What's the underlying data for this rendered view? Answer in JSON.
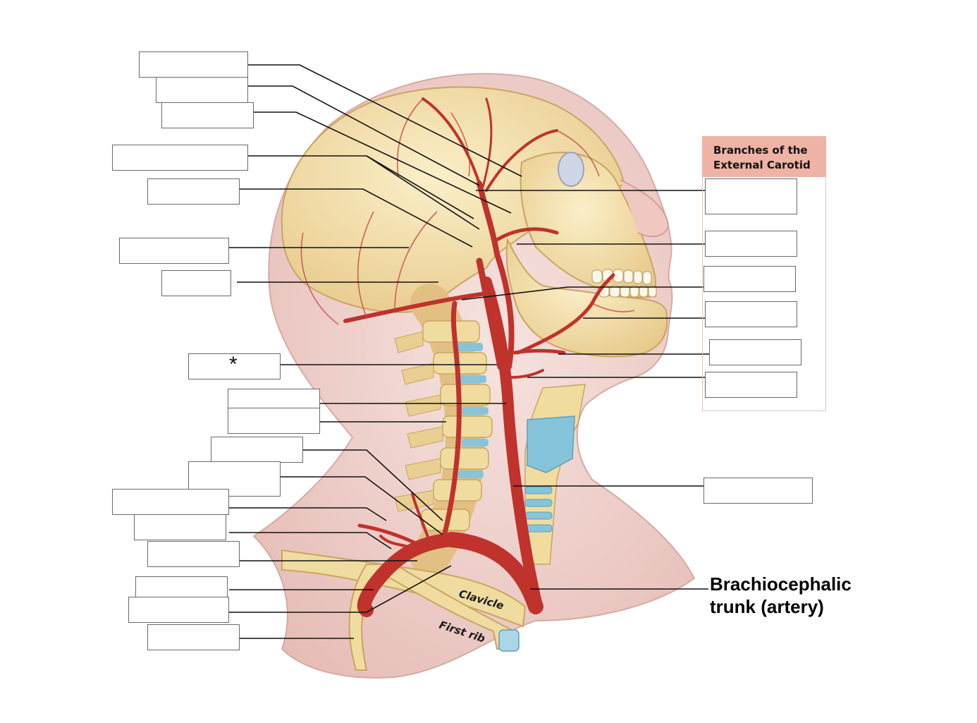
{
  "panel": {
    "title_line1": "Branches of the",
    "title_line2": "External Carotid"
  },
  "marker": "*",
  "labels": {
    "brachiocephalic_line1": "Brachiocephalic",
    "brachiocephalic_line2": "trunk (artery)",
    "clavicle": "Clavicle",
    "first_rib": "First rib"
  },
  "colors": {
    "artery": "#c0322c",
    "bone": "#f1dca0",
    "skin": "#f2d6d2",
    "cartilage": "#86c4dc",
    "panel_header": "#eeb3a5"
  }
}
